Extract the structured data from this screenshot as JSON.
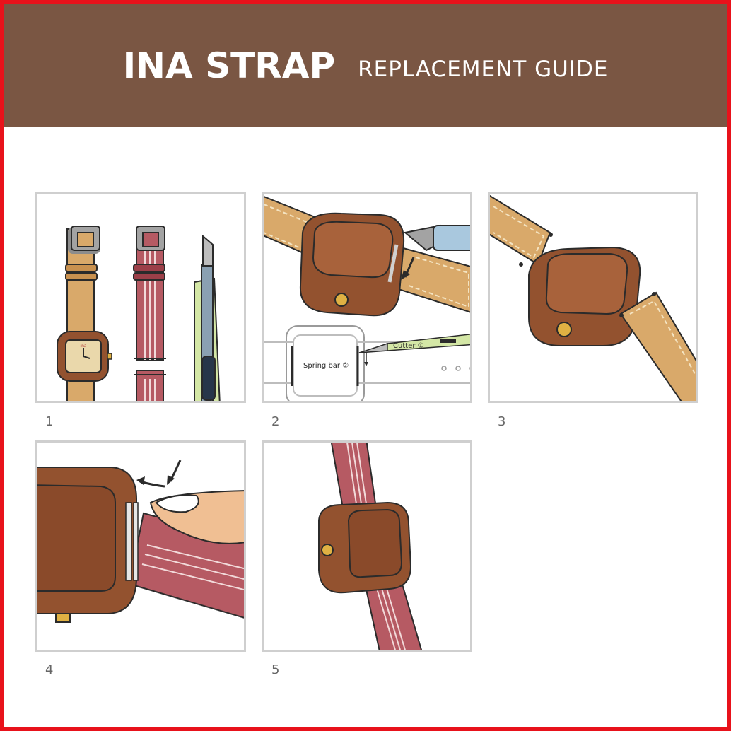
{
  "header": {
    "title": "INA STRAP",
    "subtitle": "REPLACEMENT GUIDE"
  },
  "colors": {
    "frame": "#e8121b",
    "header": "#7a5643",
    "case": "#93522f",
    "tan_strap": "#d9a96a",
    "red_strap": "#b65a63",
    "buckle": "#a3a3a3",
    "cutter": "#d4e7a6"
  },
  "steps": [
    {
      "number": "1"
    },
    {
      "number": "2",
      "labels": {
        "cutter": "Cutter ①",
        "spring_bar": "Spring bar ②"
      }
    },
    {
      "number": "3"
    },
    {
      "number": "4"
    },
    {
      "number": "5"
    }
  ]
}
